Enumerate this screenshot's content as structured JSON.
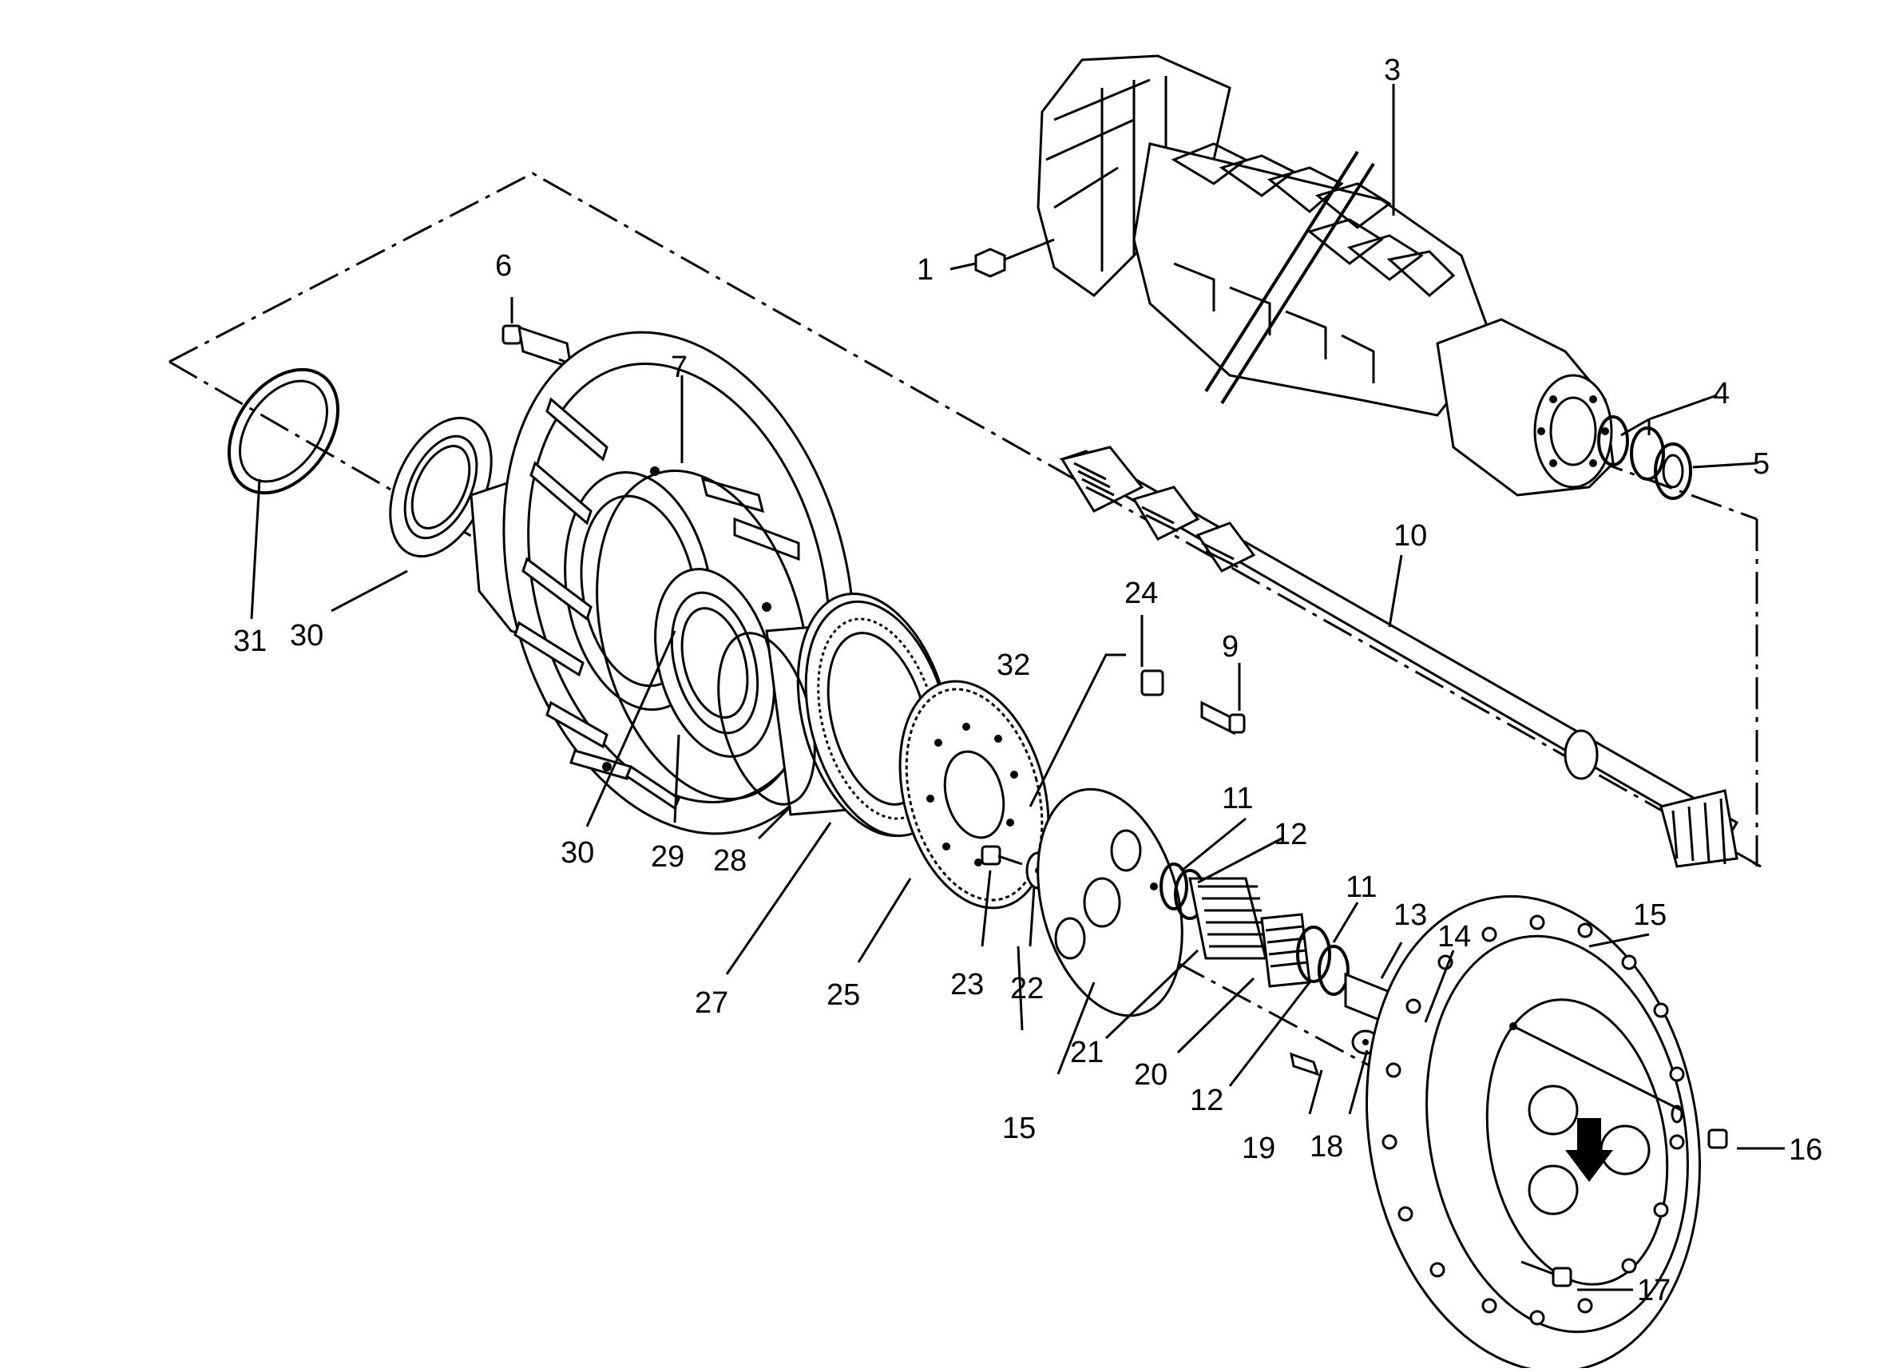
{
  "diagram": {
    "callouts": [
      "1",
      "3",
      "4",
      "5",
      "6",
      "7",
      "9",
      "10",
      "11",
      "11",
      "12",
      "12",
      "13",
      "14",
      "15",
      "15",
      "16",
      "17",
      "18",
      "19",
      "20",
      "21",
      "22",
      "23",
      "24",
      "25",
      "27",
      "28",
      "29",
      "30",
      "30",
      "31",
      "32"
    ]
  }
}
